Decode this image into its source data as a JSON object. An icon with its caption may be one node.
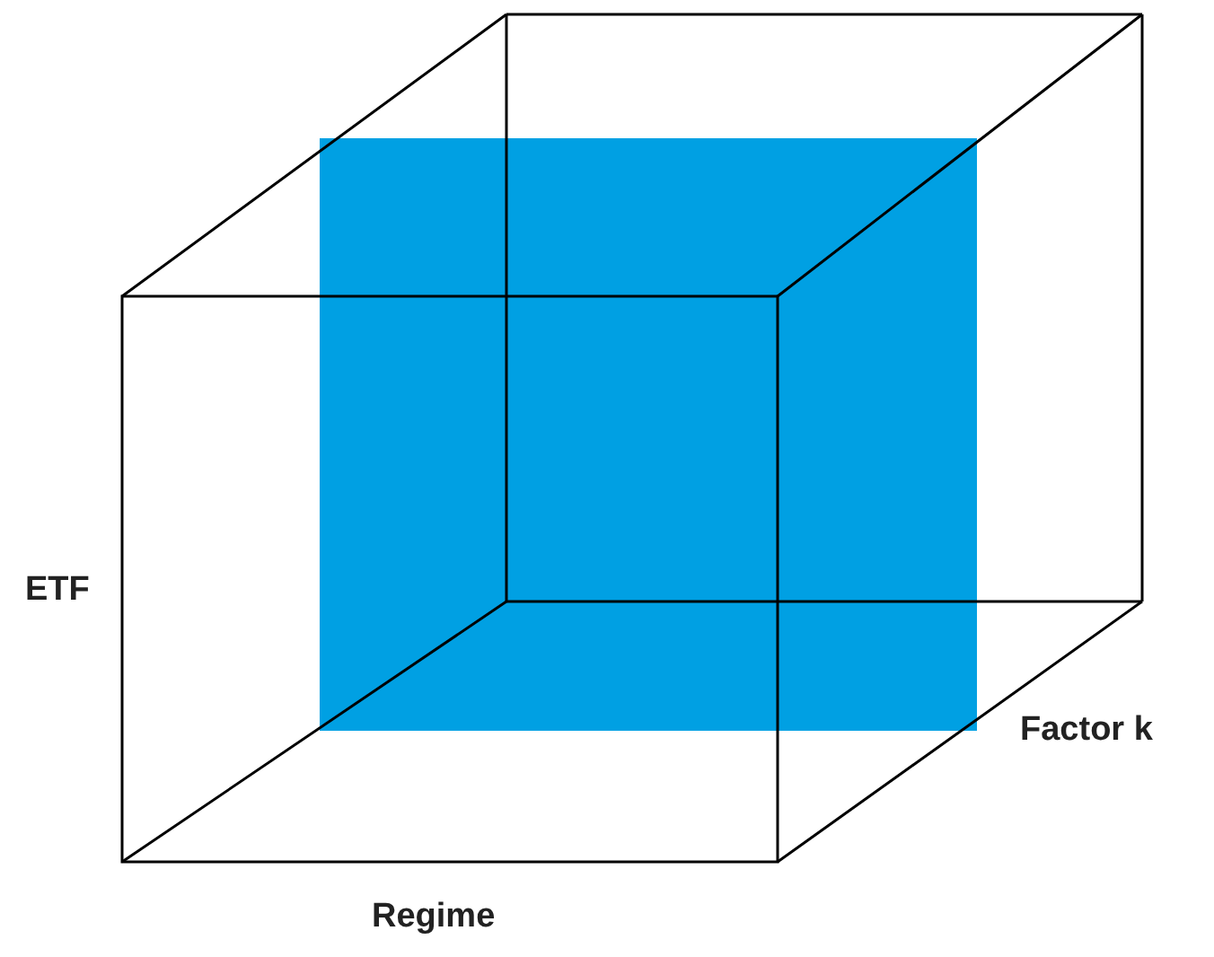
{
  "diagram": {
    "labels": [
      "ETF",
      "Factor k",
      "Regime"
    ]
  }
}
